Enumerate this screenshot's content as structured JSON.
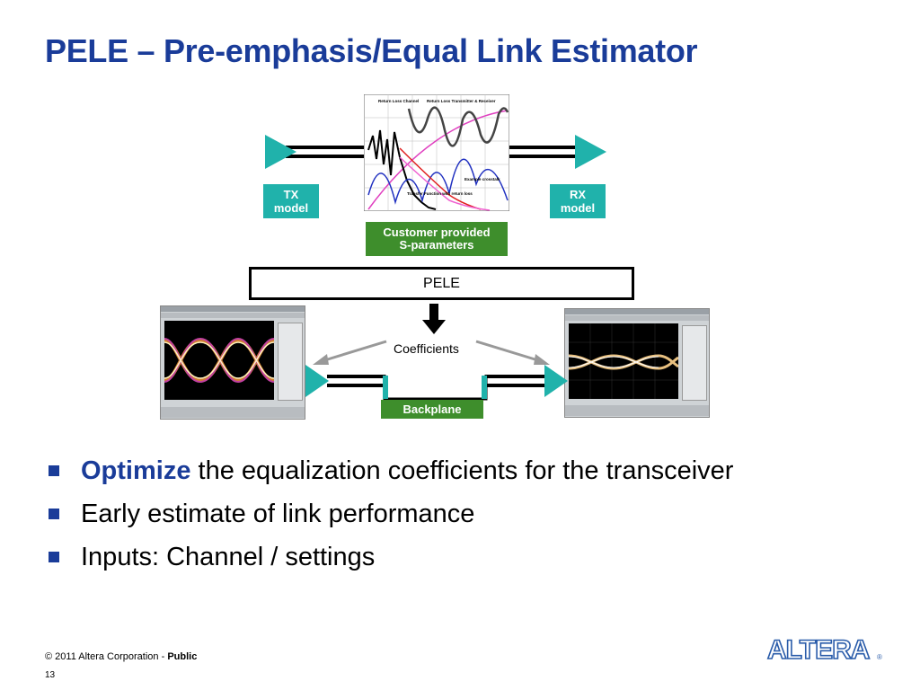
{
  "slide": {
    "title": "PELE – Pre-emphasis/Equal Link Estimator"
  },
  "diagram": {
    "tx_label": "TX\nmodel",
    "rx_label": "RX\nmodel",
    "sparam_label": "Customer provided\nS-parameters",
    "pele_label": "PELE",
    "coefficients_label": "Coefficients",
    "backplane_label": "Backplane",
    "sparam_plot": {
      "annotations": [
        "Return Loss Channel",
        "Return Loss Transmitter & Receiver",
        "Transfer Function with return loss",
        "Example crosstalk"
      ]
    }
  },
  "bullets": [
    {
      "highlight": "Optimize",
      "text": " the equalization coefficients for the transceiver"
    },
    {
      "highlight": "",
      "text": "Early estimate of link performance"
    },
    {
      "highlight": "",
      "text": "Inputs: Channel / settings"
    }
  ],
  "footer": {
    "copyright": "© 2011 Altera Corporation - ",
    "classification": "Public",
    "page_number": "13"
  },
  "logo": {
    "text": "ALTERA",
    "mark": "®"
  },
  "colors": {
    "title": "#1a3c99",
    "teal": "#20b2ab",
    "green": "#3e8e2c"
  }
}
